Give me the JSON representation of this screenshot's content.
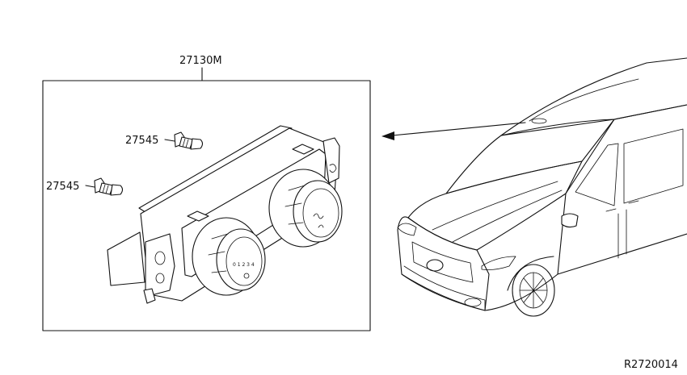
{
  "labels": {
    "assembly_part_no": "27130M",
    "bulb_part_no_upper": "27545",
    "bulb_part_no_lower": "27545",
    "figure_code": "R2720014"
  },
  "dials": {
    "left_dial_marks": "0 1 2 3 4"
  }
}
